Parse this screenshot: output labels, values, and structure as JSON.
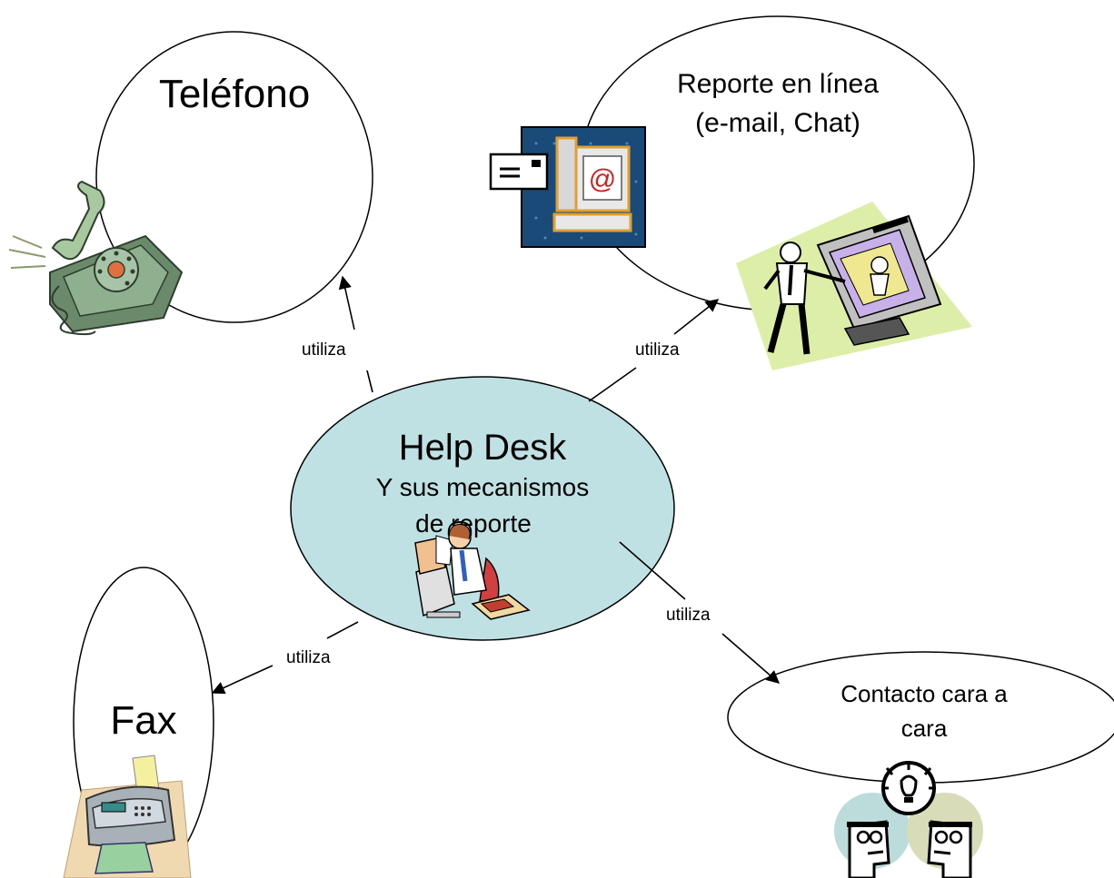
{
  "hub": {
    "title": "Help Desk",
    "subtitle_line1": "Y sus mecanismos",
    "subtitle_line2": "de reporte",
    "fill_color": "#bfe1e4",
    "icon": "operator-headset-icon"
  },
  "nodes": {
    "telefono": {
      "label": "Teléfono",
      "icon": "telephone-icon"
    },
    "reporte": {
      "line1": "Reporte en línea",
      "line2": "(e-mail, Chat)",
      "icons": [
        "email-computer-icon",
        "presenter-screen-icon"
      ]
    },
    "fax": {
      "label": "Fax",
      "icon": "fax-machine-icon"
    },
    "contacto": {
      "line1": "Contacto cara a",
      "line2": "cara",
      "icon": "two-heads-idea-icon"
    }
  },
  "edges": {
    "telefono": "utiliza",
    "reporte": "utiliza",
    "fax": "utiliza",
    "contacto": "utiliza"
  }
}
